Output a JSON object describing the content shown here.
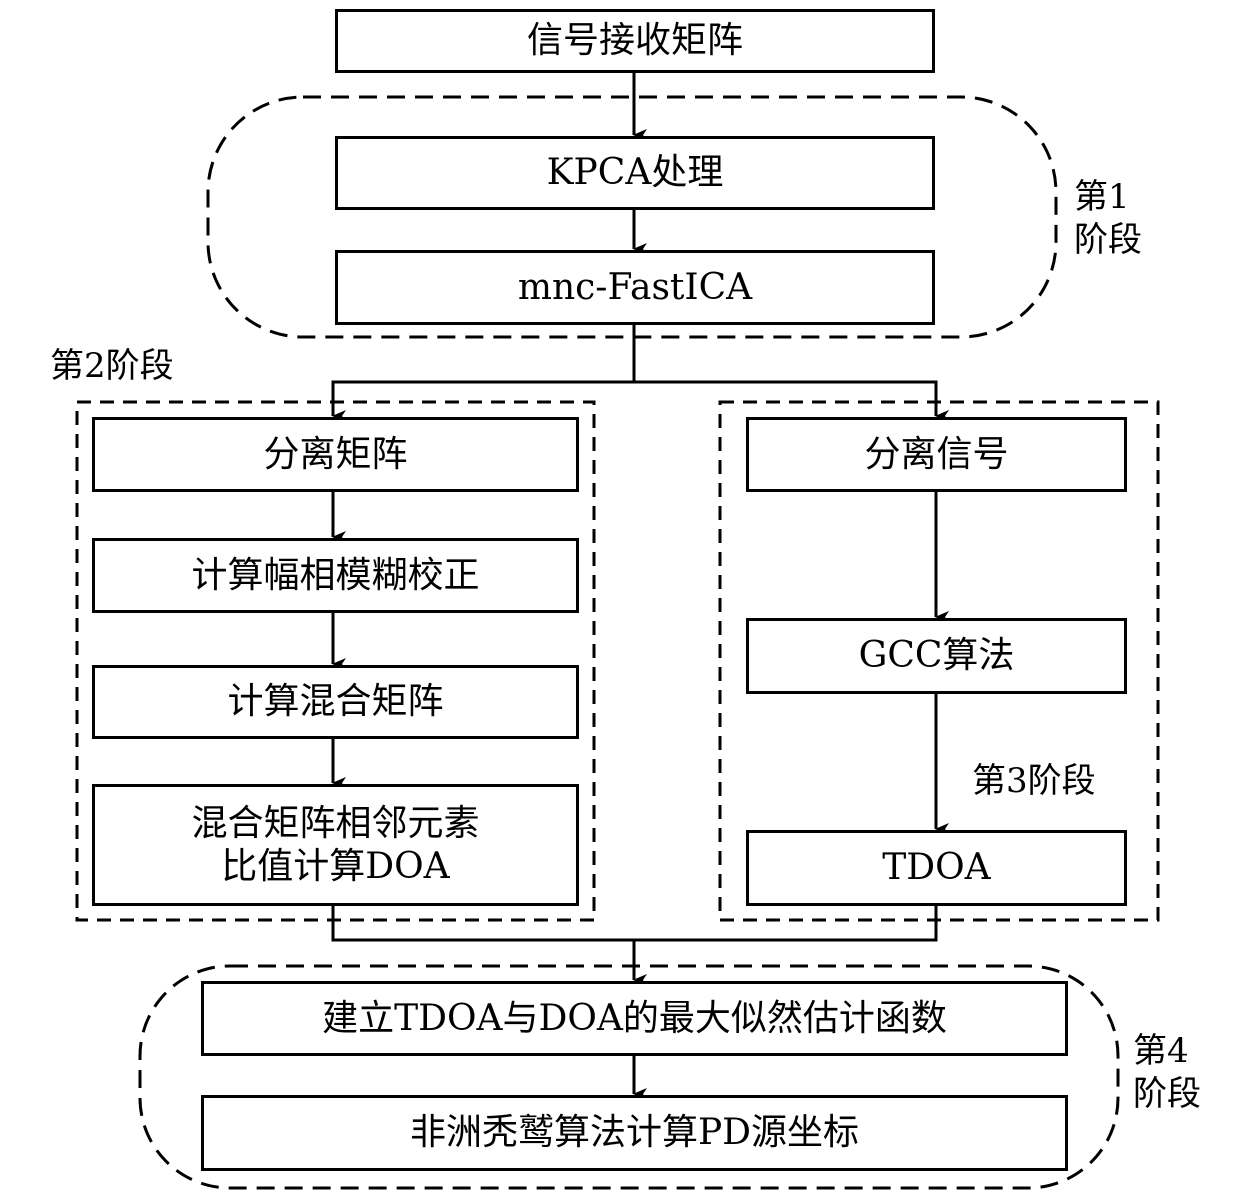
{
  "diagram": {
    "type": "flowchart",
    "nodes": {
      "signal_matrix": "信号接收矩阵",
      "kpca": "KPCA处理",
      "fastica": "mnc-FastICA",
      "separation_matrix": "分离矩阵",
      "amp_phase_correction": "计算幅相模糊校正",
      "mixing_matrix": "计算混合矩阵",
      "doa_line1": "混合矩阵相邻元素",
      "doa_line2": "比值计算DOA",
      "separated_signal": "分离信号",
      "gcc": "GCC算法",
      "tdoa": "TDOA",
      "ml_function": "建立TDOA与DOA的最大似然估计函数",
      "avoa": "非洲秃鹫算法计算PD源坐标"
    },
    "stages": {
      "stage1_line1": "第1",
      "stage1_line2": "阶段",
      "stage2": "第2阶段",
      "stage3": "第3阶段",
      "stage4_line1": "第4",
      "stage4_line2": "阶段"
    },
    "edges": [
      {
        "from": "signal_matrix",
        "to": "kpca"
      },
      {
        "from": "kpca",
        "to": "fastica"
      },
      {
        "from": "fastica",
        "to": "separation_matrix"
      },
      {
        "from": "fastica",
        "to": "separated_signal"
      },
      {
        "from": "separation_matrix",
        "to": "amp_phase_correction"
      },
      {
        "from": "amp_phase_correction",
        "to": "mixing_matrix"
      },
      {
        "from": "mixing_matrix",
        "to": "doa_calc"
      },
      {
        "from": "separated_signal",
        "to": "gcc"
      },
      {
        "from": "gcc",
        "to": "tdoa"
      },
      {
        "from": "doa_calc",
        "to": "ml_function"
      },
      {
        "from": "tdoa",
        "to": "ml_function"
      },
      {
        "from": "ml_function",
        "to": "avoa"
      }
    ]
  }
}
